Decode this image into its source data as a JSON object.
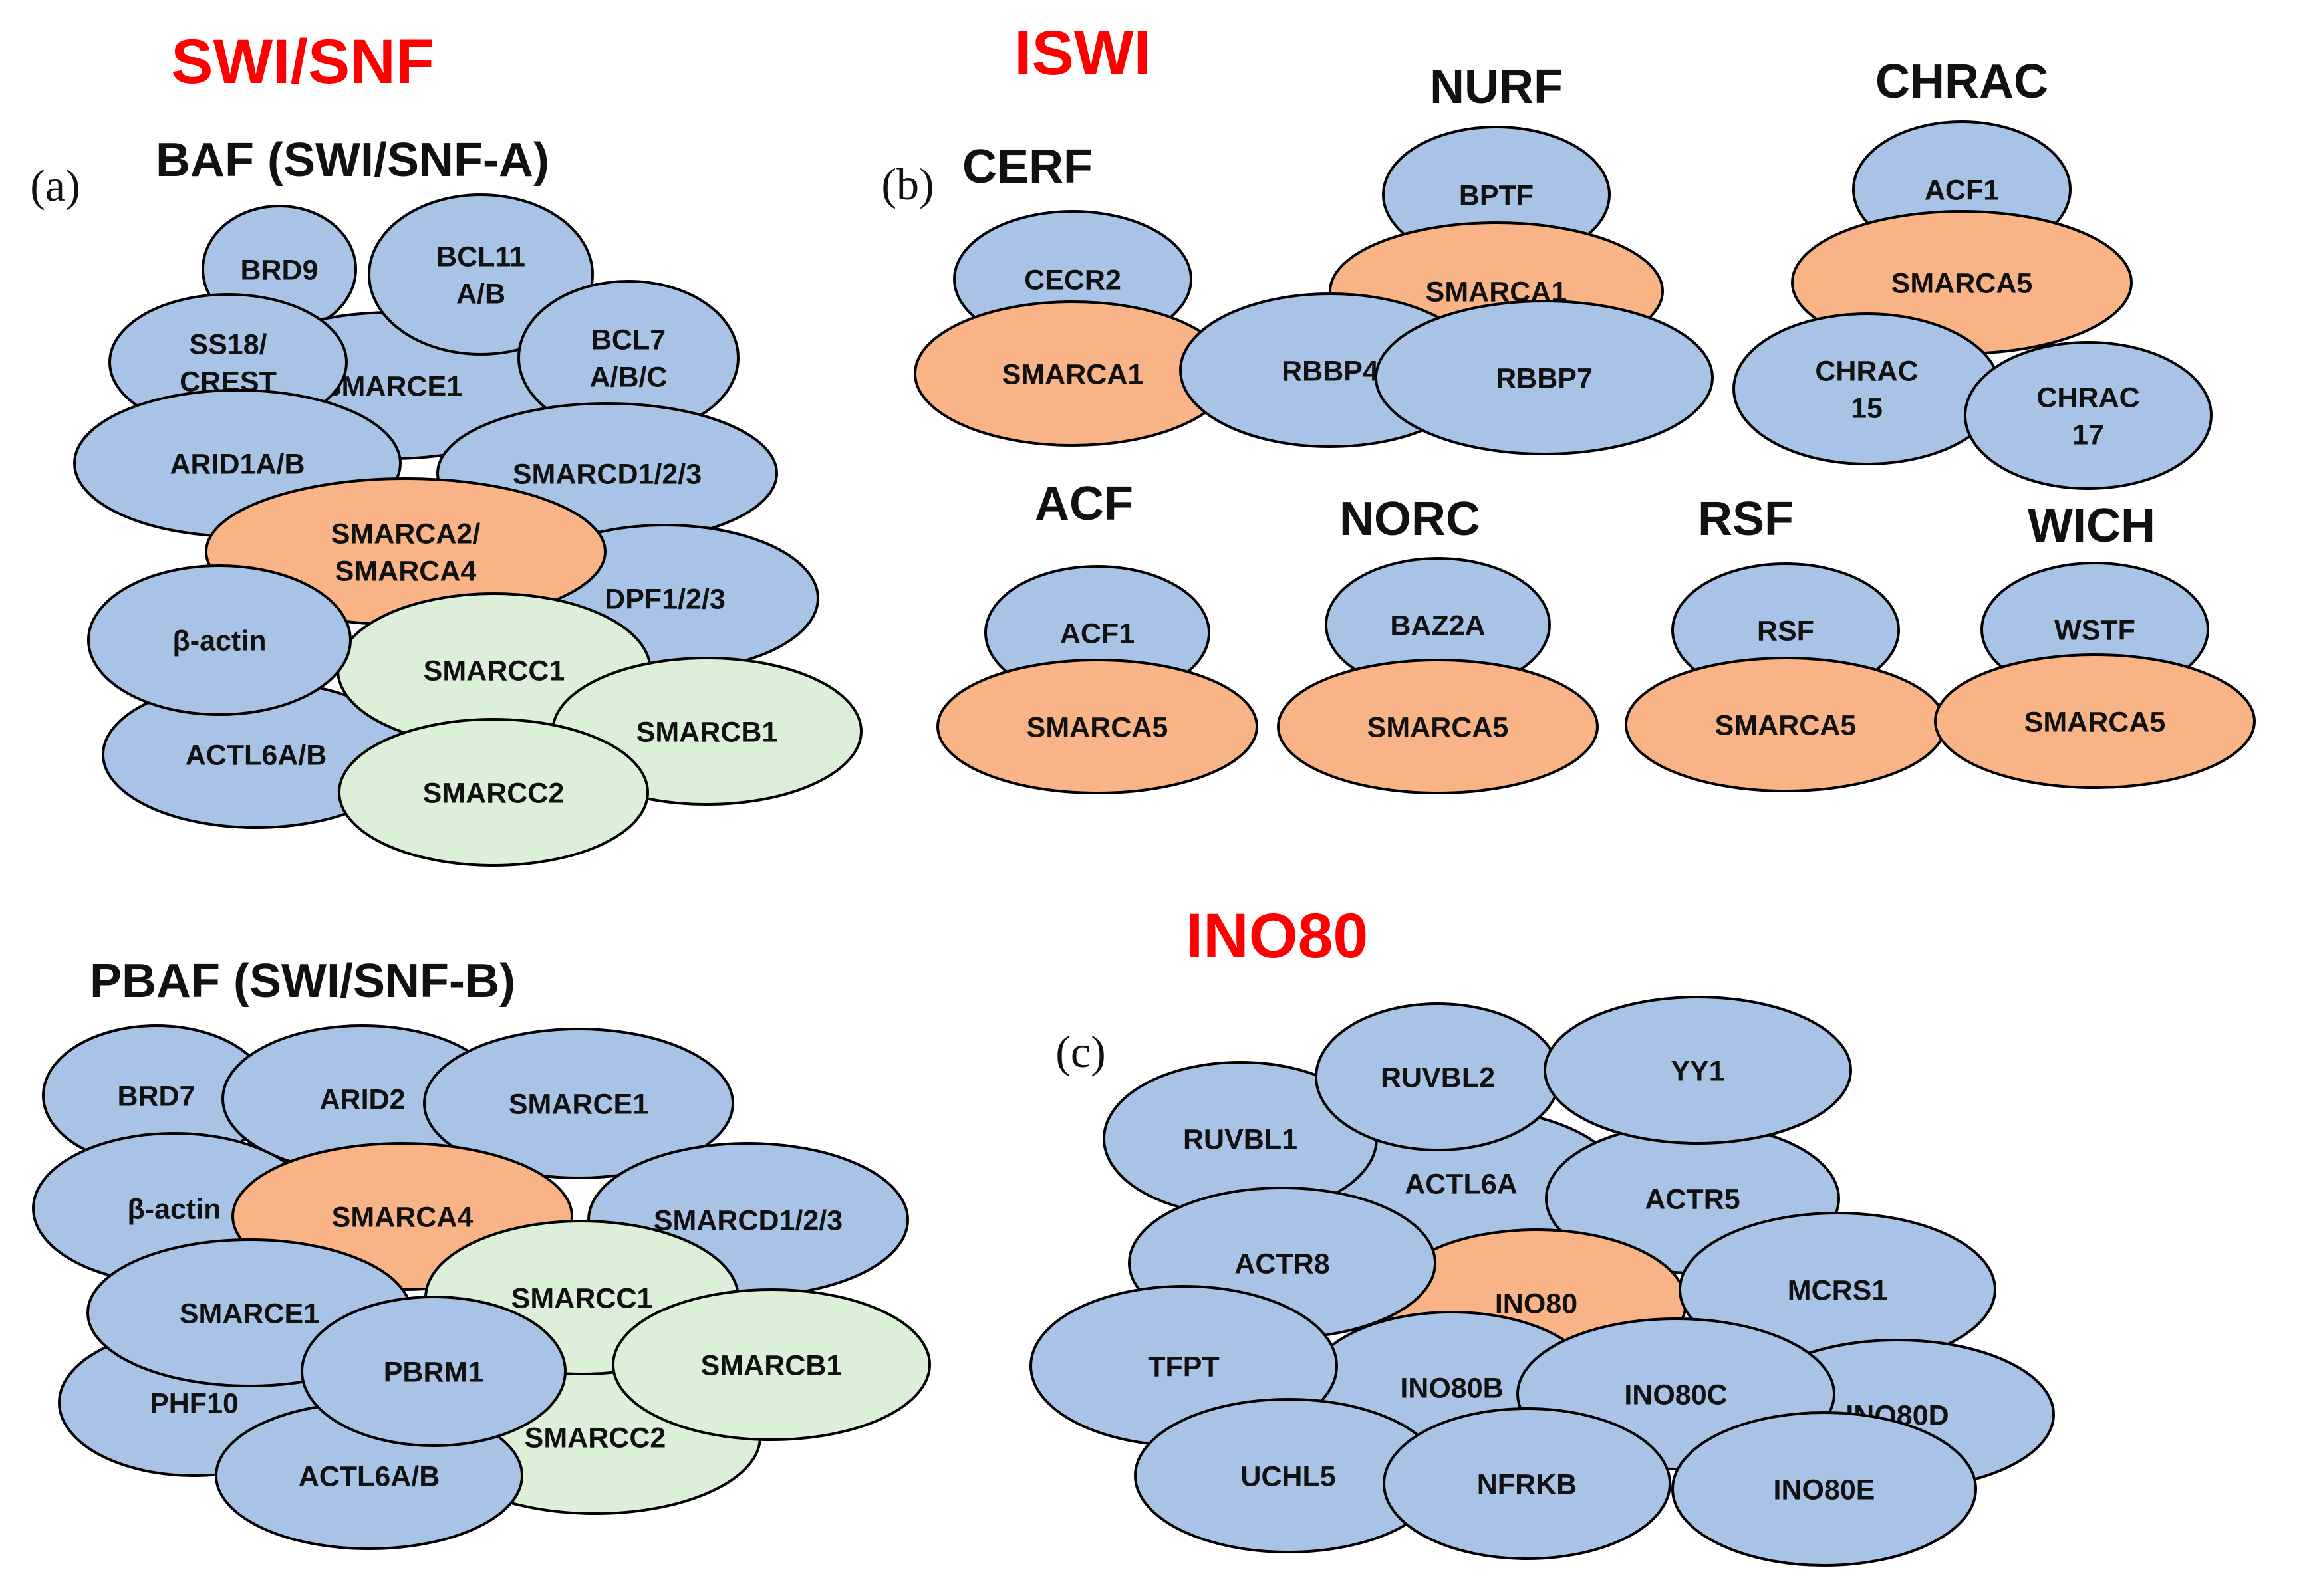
{
  "colors": {
    "blue": "#a9c3e6",
    "orange": "#f8b387",
    "green": "#dcefd9",
    "family_title": "#ff0000"
  },
  "family_titles": [
    "SWI/SNF",
    "ISWI",
    "INO80"
  ],
  "panel_labels": [
    "(a)",
    "(b)",
    "(c)"
  ],
  "complex_titles": [
    "BAF (SWI/SNF-A)",
    "PBAF (SWI/SNF-B)",
    "CERF",
    "NURF",
    "CHRAC",
    "ACF",
    "NORC",
    "RSF",
    "WICH"
  ],
  "subunits": [
    {
      "lines": [
        "BRD9"
      ],
      "color": "blue"
    },
    {
      "lines": [
        "SMARCE1"
      ],
      "color": "blue"
    },
    {
      "lines": [
        "BCL11",
        "A/B"
      ],
      "color": "blue"
    },
    {
      "lines": [
        "SS18/",
        "CREST"
      ],
      "color": "blue"
    },
    {
      "lines": [
        "BCL7",
        "A/B/C"
      ],
      "color": "blue"
    },
    {
      "lines": [
        "SMARCD1/2/3"
      ],
      "color": "blue"
    },
    {
      "lines": [
        "ARID1A/B"
      ],
      "color": "blue"
    },
    {
      "lines": [
        "DPF1/2/3"
      ],
      "color": "blue"
    },
    {
      "lines": [
        "SMARCA2/",
        "SMARCA4"
      ],
      "color": "orange"
    },
    {
      "lines": [
        "ACTL6A/B"
      ],
      "color": "blue"
    },
    {
      "lines": [
        "SMARCC1"
      ],
      "color": "green"
    },
    {
      "lines": [
        "β-actin"
      ],
      "color": "blue"
    },
    {
      "lines": [
        "SMARCB1"
      ],
      "color": "green"
    },
    {
      "lines": [
        "SMARCC2"
      ],
      "color": "green"
    },
    {
      "lines": [
        "BRD7"
      ],
      "color": "blue"
    },
    {
      "lines": [
        "ARID2"
      ],
      "color": "blue"
    },
    {
      "lines": [
        "SMARCE1"
      ],
      "color": "blue"
    },
    {
      "lines": [
        "β-actin"
      ],
      "color": "blue"
    },
    {
      "lines": [
        "SMARCD1/2/3"
      ],
      "color": "blue"
    },
    {
      "lines": [
        "SMARCA4"
      ],
      "color": "orange"
    },
    {
      "lines": [
        "PHF10"
      ],
      "color": "blue"
    },
    {
      "lines": [
        "SMARCC2"
      ],
      "color": "green"
    },
    {
      "lines": [
        "SMARCC1"
      ],
      "color": "green"
    },
    {
      "lines": [
        "SMARCE1"
      ],
      "color": "blue"
    },
    {
      "lines": [
        "ACTL6A/B"
      ],
      "color": "blue"
    },
    {
      "lines": [
        "SMARCB1"
      ],
      "color": "green"
    },
    {
      "lines": [
        "PBRM1"
      ],
      "color": "blue"
    },
    {
      "lines": [
        "CECR2"
      ],
      "color": "blue"
    },
    {
      "lines": [
        "SMARCA1"
      ],
      "color": "orange"
    },
    {
      "lines": [
        "BPTF"
      ],
      "color": "blue"
    },
    {
      "lines": [
        "SMARCA1"
      ],
      "color": "orange"
    },
    {
      "lines": [
        "RBBP4"
      ],
      "color": "blue"
    },
    {
      "lines": [
        "RBBP7"
      ],
      "color": "blue"
    },
    {
      "lines": [
        "ACF1"
      ],
      "color": "blue"
    },
    {
      "lines": [
        "SMARCA5"
      ],
      "color": "orange"
    },
    {
      "lines": [
        "CHRAC",
        "15"
      ],
      "color": "blue"
    },
    {
      "lines": [
        "CHRAC",
        "17"
      ],
      "color": "blue"
    },
    {
      "lines": [
        "ACF1"
      ],
      "color": "blue"
    },
    {
      "lines": [
        "SMARCA5"
      ],
      "color": "orange"
    },
    {
      "lines": [
        "BAZ2A"
      ],
      "color": "blue"
    },
    {
      "lines": [
        "SMARCA5"
      ],
      "color": "orange"
    },
    {
      "lines": [
        "RSF"
      ],
      "color": "blue"
    },
    {
      "lines": [
        "SMARCA5"
      ],
      "color": "orange"
    },
    {
      "lines": [
        "WSTF"
      ],
      "color": "blue"
    },
    {
      "lines": [
        "SMARCA5"
      ],
      "color": "orange"
    },
    {
      "lines": [
        "ACTL6A"
      ],
      "color": "blue"
    },
    {
      "lines": [
        "RUVBL1"
      ],
      "color": "blue"
    },
    {
      "lines": [
        "ACTR5"
      ],
      "color": "blue"
    },
    {
      "lines": [
        "RUVBL2"
      ],
      "color": "blue"
    },
    {
      "lines": [
        "YY1"
      ],
      "color": "blue"
    },
    {
      "lines": [
        "INO80"
      ],
      "color": "orange"
    },
    {
      "lines": [
        "ACTR8"
      ],
      "color": "blue"
    },
    {
      "lines": [
        "MCRS1"
      ],
      "color": "blue"
    },
    {
      "lines": [
        "INO80D"
      ],
      "color": "blue"
    },
    {
      "lines": [
        "INO80B"
      ],
      "color": "blue"
    },
    {
      "lines": [
        "INO80C"
      ],
      "color": "blue"
    },
    {
      "lines": [
        "TFPT"
      ],
      "color": "blue"
    },
    {
      "lines": [
        "UCHL5"
      ],
      "color": "blue"
    },
    {
      "lines": [
        "NFRKB"
      ],
      "color": "blue"
    },
    {
      "lines": [
        "INO80E"
      ],
      "color": "blue"
    }
  ]
}
